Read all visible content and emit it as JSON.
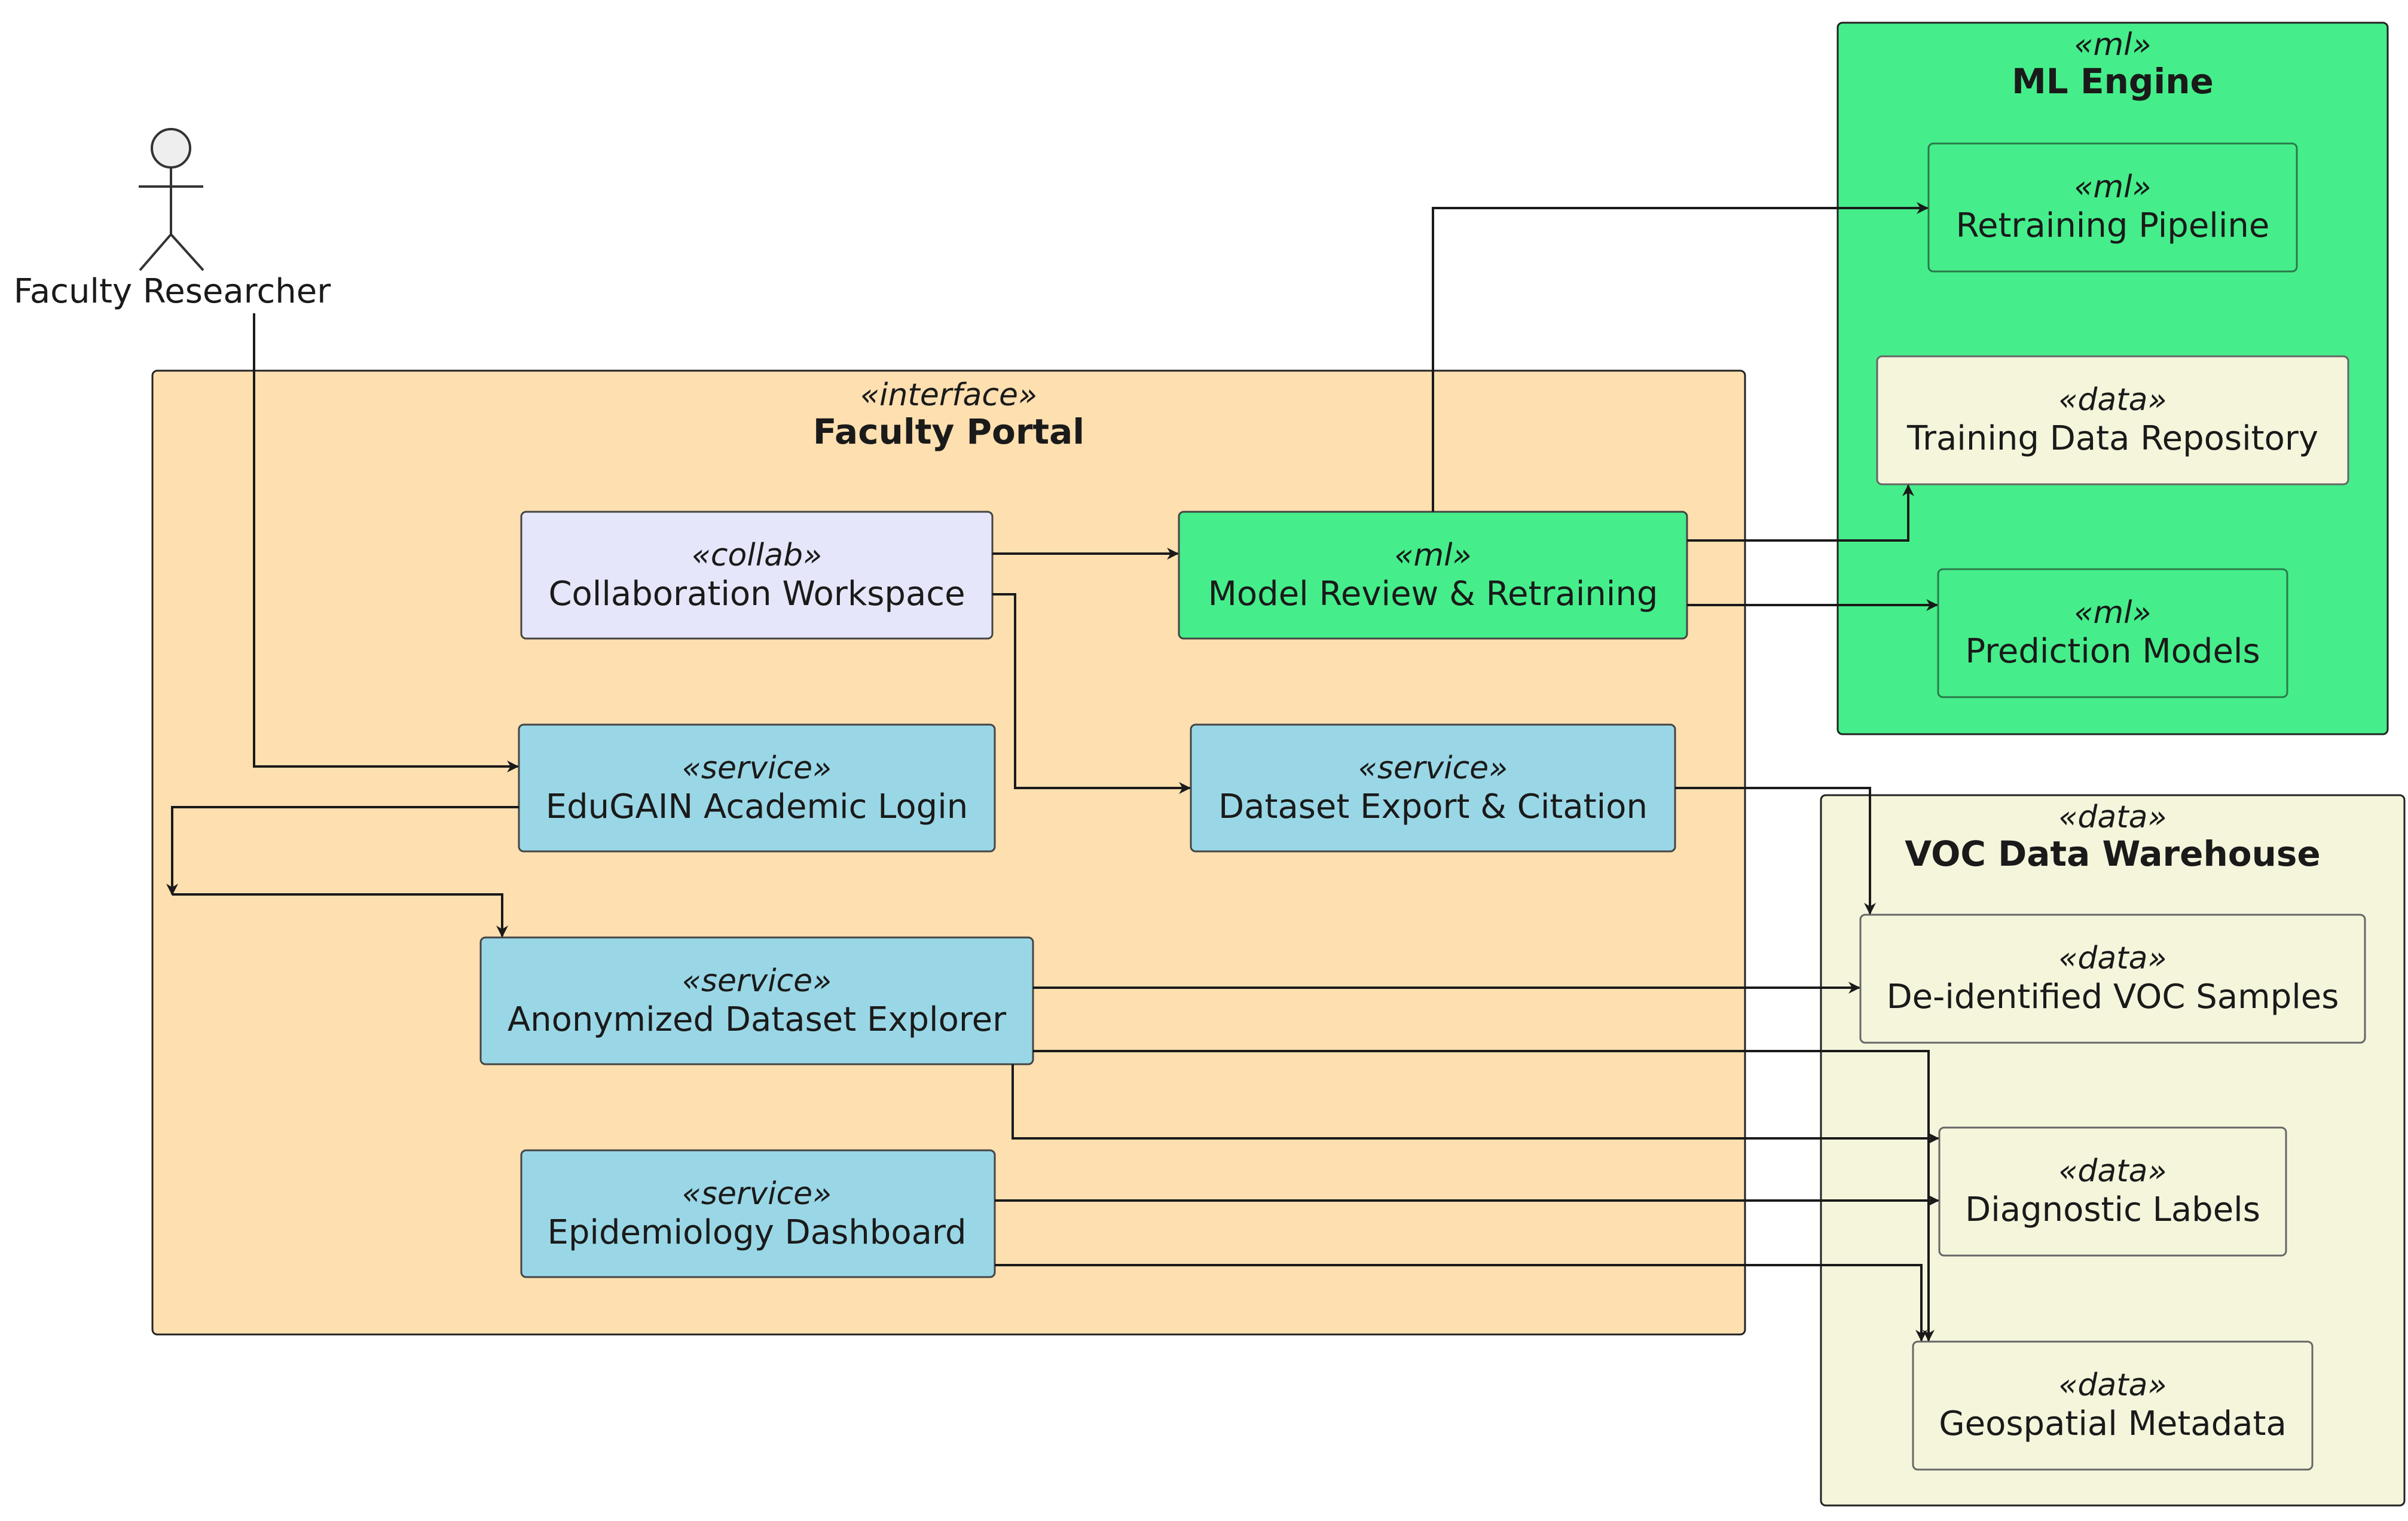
{
  "actor": {
    "name": "Faculty Researcher"
  },
  "containers": {
    "faculty_portal": {
      "stereotype": "«interface»",
      "title": "Faculty Portal",
      "color": "#FDDFB0"
    },
    "ml_engine": {
      "stereotype": "«ml»",
      "title": "ML Engine",
      "color": "#45EE8A"
    },
    "voc_warehouse": {
      "stereotype": "«data»",
      "title": "VOC Data Warehouse",
      "color": "#F5F5DC"
    }
  },
  "components": {
    "collaboration_workspace": {
      "stereotype": "«collab»",
      "name": "Collaboration Workspace",
      "color": "#E6E6FA"
    },
    "model_review": {
      "stereotype": "«ml»",
      "name": "Model Review & Retraining",
      "color": "#45EE8A"
    },
    "edugain_login": {
      "stereotype": "«service»",
      "name": "EduGAIN Academic Login",
      "color": "#9AD7E6"
    },
    "dataset_export": {
      "stereotype": "«service»",
      "name": "Dataset Export & Citation",
      "color": "#9AD7E6"
    },
    "dataset_explorer": {
      "stereotype": "«service»",
      "name": "Anonymized Dataset Explorer",
      "color": "#9AD7E6"
    },
    "epi_dashboard": {
      "stereotype": "«service»",
      "name": "Epidemiology Dashboard",
      "color": "#9AD7E6"
    },
    "retraining_pipeline": {
      "stereotype": "«ml»",
      "name": "Retraining Pipeline",
      "color": "#45EE8A"
    },
    "training_repo": {
      "stereotype": "«data»",
      "name": "Training Data Repository",
      "color": "#F5F5DC"
    },
    "prediction_models": {
      "stereotype": "«ml»",
      "name": "Prediction Models",
      "color": "#45EE8A"
    },
    "voc_samples": {
      "stereotype": "«data»",
      "name": "De-identified VOC Samples",
      "color": "#F5F5DC"
    },
    "diagnostic_labels": {
      "stereotype": "«data»",
      "name": "Diagnostic Labels",
      "color": "#F5F5DC"
    },
    "geo_metadata": {
      "stereotype": "«data»",
      "name": "Geospatial Metadata",
      "color": "#F5F5DC"
    }
  }
}
